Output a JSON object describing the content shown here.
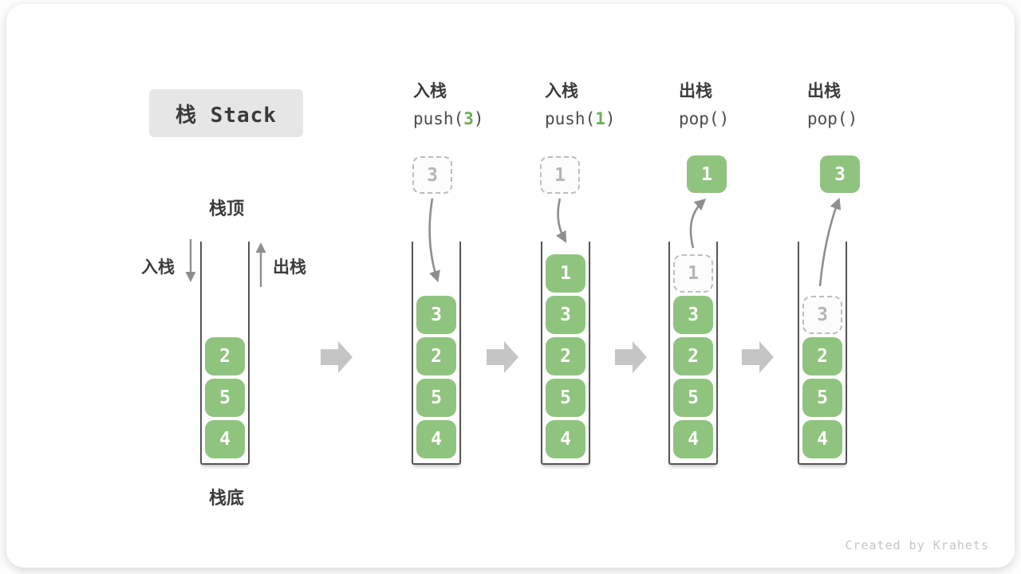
{
  "title": "栈 Stack",
  "footer": "Created by Krahets",
  "labels": {
    "stack_top": "栈顶",
    "stack_bottom": "栈底",
    "push_side": "入栈",
    "pop_side": "出栈"
  },
  "colors": {
    "block_green": "#8fc47e",
    "arg_green": "#6fae57",
    "stage_arrow_gray": "#c5c5c5",
    "flow_arrow_gray": "#8e8e8e",
    "title_bg": "#e6e6e6"
  },
  "stages": [
    {
      "stack": [
        "2",
        "5",
        "4"
      ]
    },
    {
      "op_cn": "入栈",
      "fn_open": "push(",
      "fn_arg": "3",
      "fn_close": ")",
      "float_value": "3",
      "stack": [
        "3",
        "2",
        "5",
        "4"
      ]
    },
    {
      "op_cn": "入栈",
      "fn_open": "push(",
      "fn_arg": "1",
      "fn_close": ")",
      "float_value": "1",
      "stack": [
        "1",
        "3",
        "2",
        "5",
        "4"
      ]
    },
    {
      "op_cn": "出栈",
      "fn_open": "pop()",
      "fn_arg": "",
      "fn_close": "",
      "float_value": "1",
      "ghost": "1",
      "stack": [
        "3",
        "2",
        "5",
        "4"
      ]
    },
    {
      "op_cn": "出栈",
      "fn_open": "pop()",
      "fn_arg": "",
      "fn_close": "",
      "float_value": "3",
      "ghost": "3",
      "stack": [
        "2",
        "5",
        "4"
      ]
    }
  ]
}
